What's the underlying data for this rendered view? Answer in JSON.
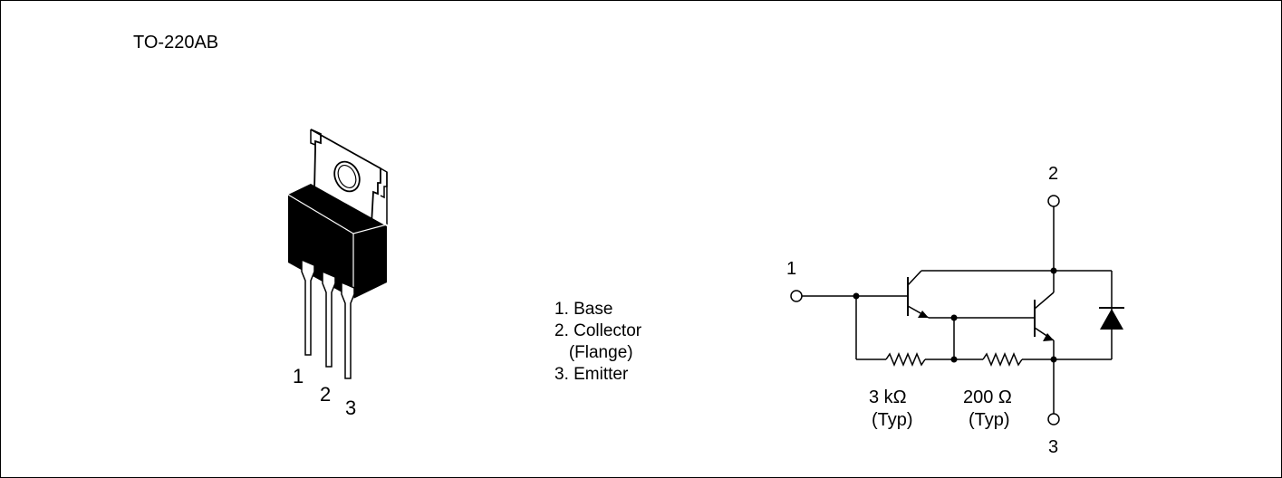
{
  "package_name": "TO-220AB",
  "package_pins": {
    "pin1": "1",
    "pin2": "2",
    "pin3": "3"
  },
  "pin_legend": [
    "1. Base",
    "2. Collector",
    "   (Flange)",
    "3. Emitter"
  ],
  "schematic": {
    "terminal_1": "1",
    "terminal_2": "2",
    "terminal_3": "3",
    "r1_value": "3 kΩ",
    "r1_note": "(Typ)",
    "r2_value": "200 Ω",
    "r2_note": "(Typ)"
  }
}
